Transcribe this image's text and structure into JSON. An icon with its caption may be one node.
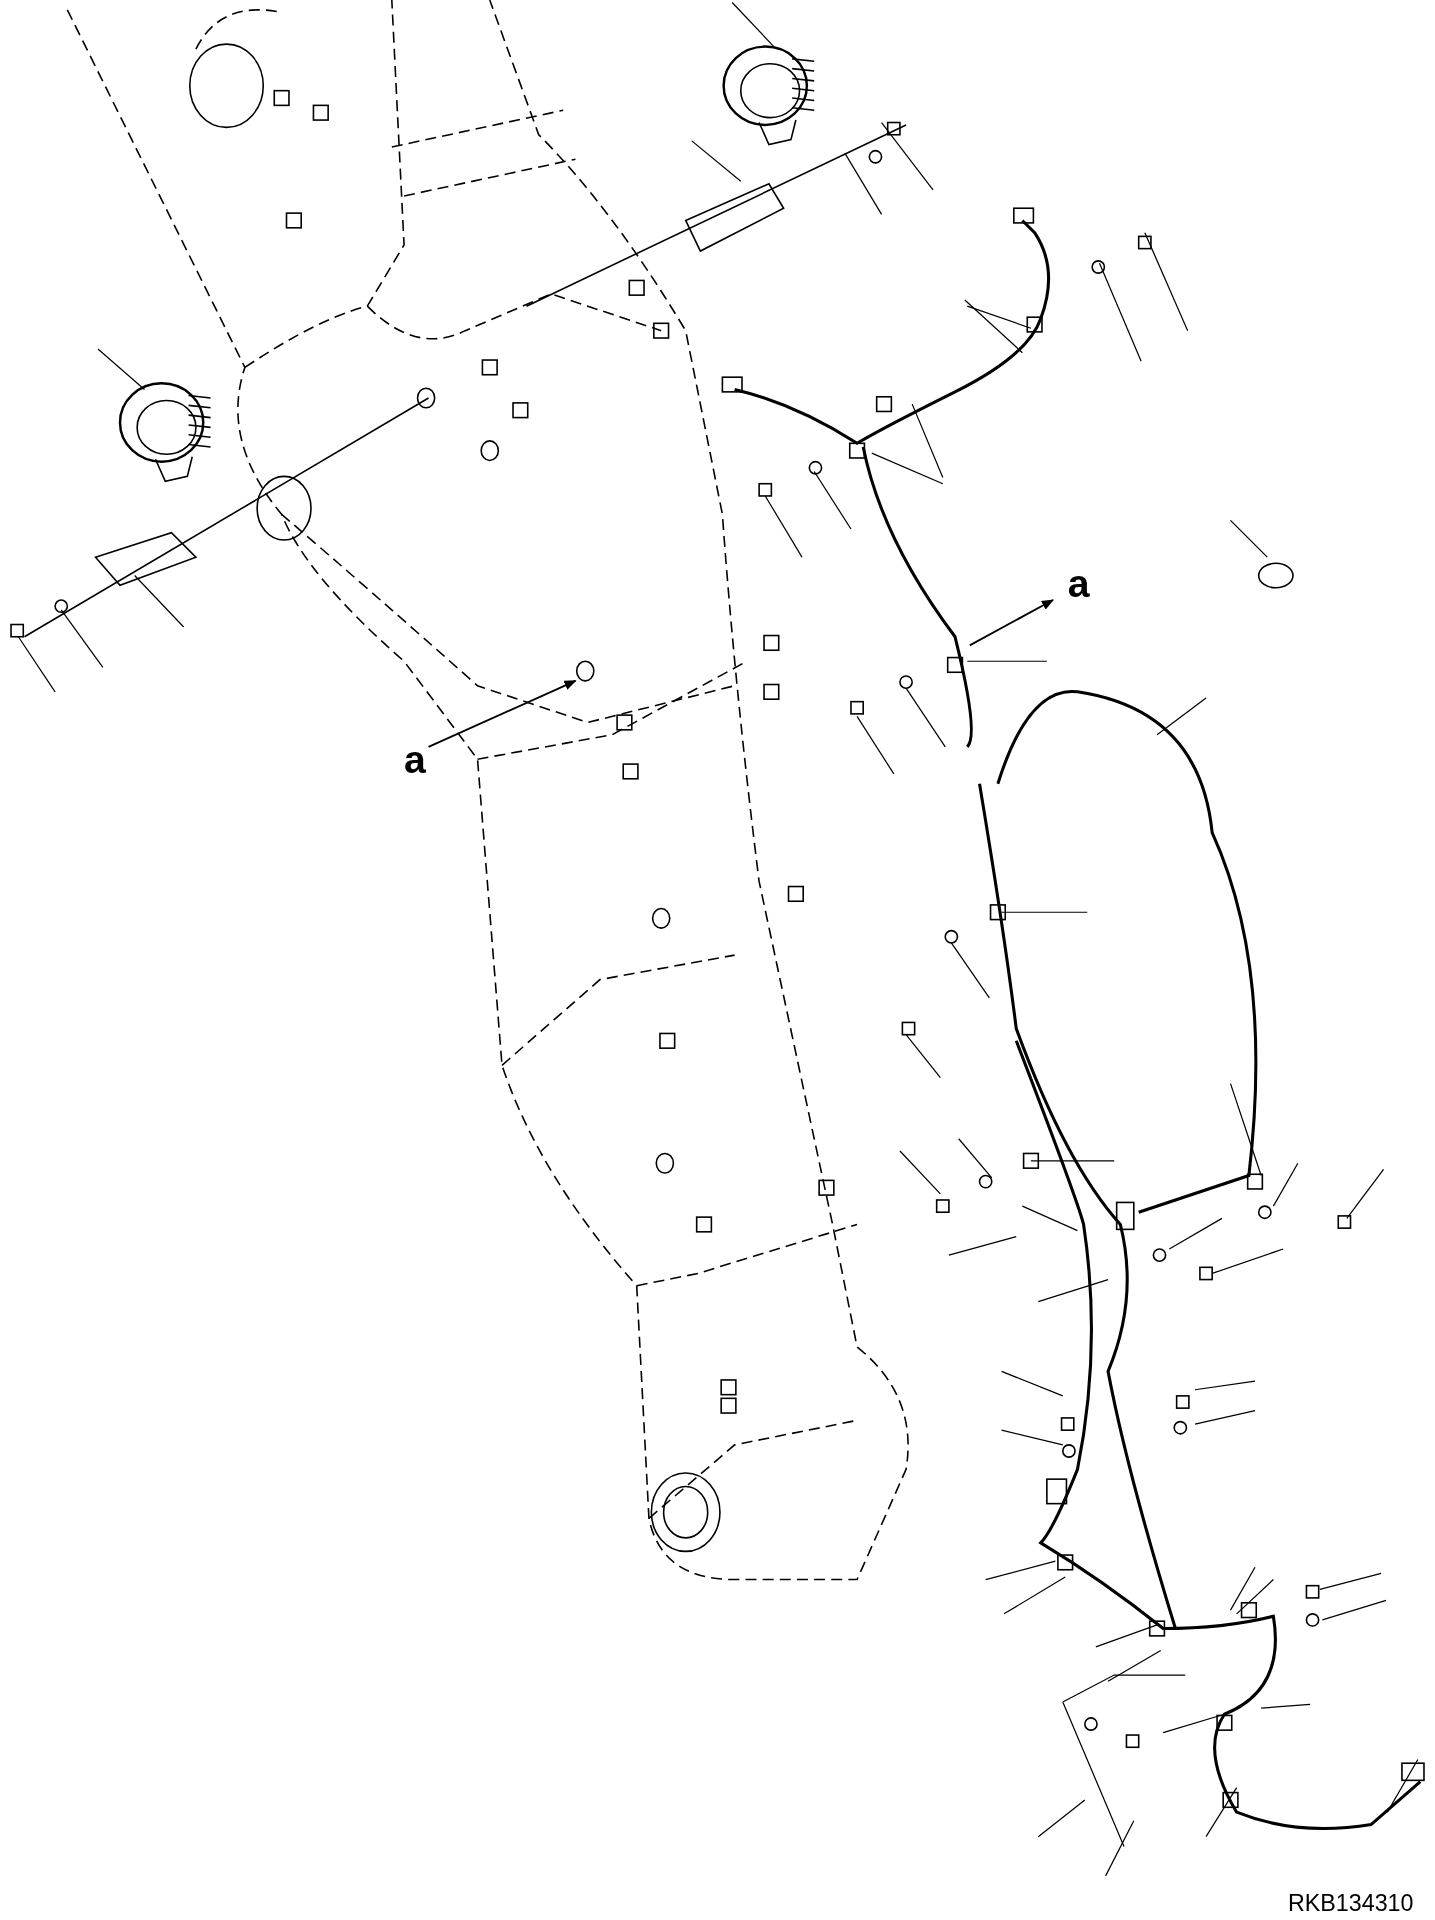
{
  "diagram": {
    "labels": [
      "a",
      "a",
      "RKB134310"
    ]
  }
}
